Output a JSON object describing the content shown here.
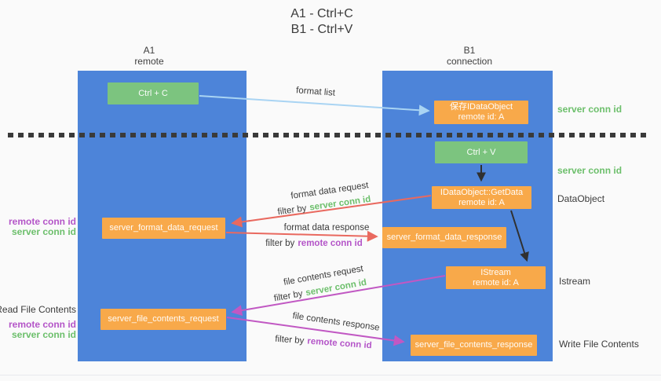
{
  "title": {
    "line1": "A1 - Ctrl+C",
    "line2": "B1 - Ctrl+V"
  },
  "lifelines": {
    "a": {
      "id": "A1",
      "name": "remote"
    },
    "b": {
      "id": "B1",
      "name": "connection"
    }
  },
  "nodes": {
    "ctrl_c": {
      "label": "Ctrl + C"
    },
    "save_idataobject": {
      "line1": "保存IDataObject",
      "line2": "remote id: A"
    },
    "ctrl_v": {
      "label": "Ctrl + V"
    },
    "getdata": {
      "line1": "IDataObject::GetData",
      "line2": "remote id: A"
    },
    "format_request": {
      "label": "server_format_data_request"
    },
    "format_response": {
      "label": "server_format_data_response"
    },
    "istream": {
      "line1": "IStream",
      "line2": "remote id: A"
    },
    "file_request": {
      "label": "server_file_contents_request"
    },
    "file_response": {
      "label": "server_file_contents_response"
    }
  },
  "arrow_labels": {
    "format_list": "format list",
    "format_data_request": "format data request",
    "format_data_response": "format data response",
    "file_contents_request": "file contents request",
    "file_contents_response": "file contents response",
    "filter_by": "filter by",
    "server_conn_id": "server conn id",
    "remote_conn_id": "remote conn id"
  },
  "side_labels": {
    "right": {
      "server_conn_id_top": "server conn id",
      "server_conn_id_mid": "server conn id",
      "dataobject": "DataObject",
      "istream": "Istream",
      "write_file_contents": "Write File Contents"
    },
    "left": {
      "remote_conn_id_1": "remote conn id",
      "server_conn_id_1": "server conn id",
      "read_file_contents": "Read File Contents",
      "remote_conn_id_2": "remote conn id",
      "server_conn_id_2": "server conn id"
    }
  },
  "colors": {
    "lifeline_blue": "#4d84d9",
    "node_green": "#7cc47f",
    "node_orange": "#f8a94a",
    "arrow_blue": "#a9d4f3",
    "arrow_red": "#e9695f",
    "arrow_magenta": "#c158c3",
    "arrow_black": "#303030",
    "label_green": "#6cbf6b",
    "label_purple": "#b455c8",
    "text_dark": "#3b3b3b",
    "background": "#fafafa"
  }
}
